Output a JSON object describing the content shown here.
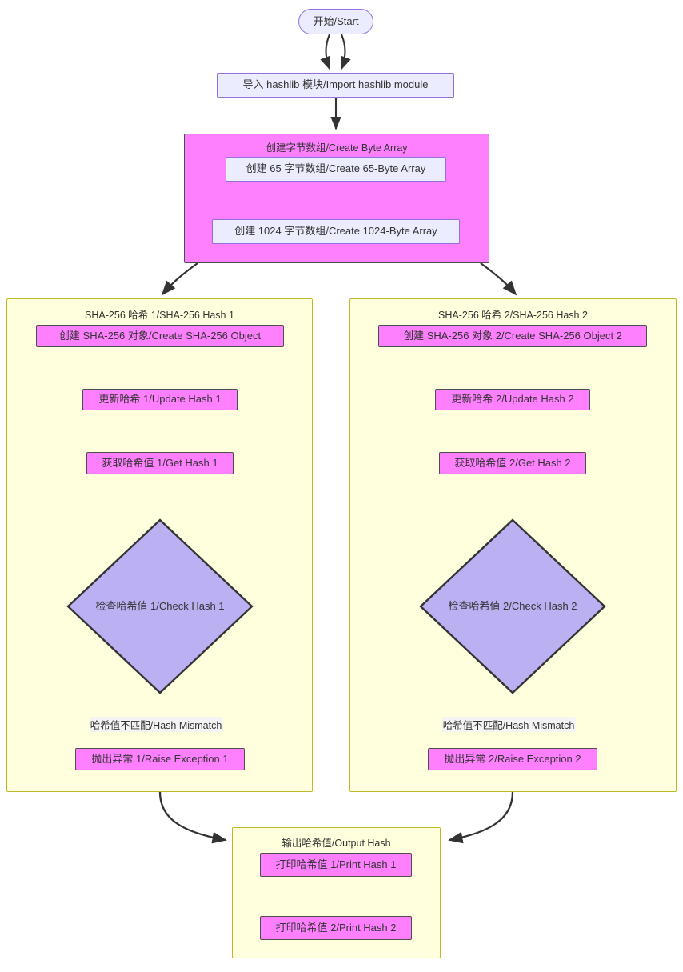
{
  "diagram": {
    "type": "flowchart",
    "direction": "top-down",
    "title_text": "",
    "background": "#ffffff",
    "colors": {
      "lavender_fill": "#ececff",
      "lavender_border": "#9370db",
      "magenta_fill": "#ff80ff",
      "magenta_border": "#4d4d4d",
      "decision_fill": "#bbb0f2",
      "decision_border": "#333333",
      "cluster_yellow_fill": "#ffffde",
      "cluster_yellow_border": "#bfb829",
      "edge_stroke": "#333333",
      "text": "#333333"
    }
  },
  "nodes": {
    "start": "开始/Start",
    "import_module": "导入 hashlib 模块/Import hashlib module",
    "create_65_byte": "创建 65 字节数组/Create 65-Byte Array",
    "create_1024_byte": "创建 1024 字节数组/Create 1024-Byte Array",
    "create_sha256_obj_1": "创建 SHA-256 对象/Create SHA-256 Object",
    "update_hash_1": "更新哈希 1/Update Hash 1",
    "get_hash_1": "获取哈希值 1/Get Hash 1",
    "check_hash_1": "检查哈希值 1/Check Hash 1",
    "raise_exception_1": "抛出异常 1/Raise Exception 1",
    "create_sha256_obj_2": "创建 SHA-256 对象 2/Create SHA-256 Object 2",
    "update_hash_2": "更新哈希 2/Update Hash 2",
    "get_hash_2": "获取哈希值 2/Get Hash 2",
    "check_hash_2": "检查哈希值 2/Check Hash 2",
    "raise_exception_2": "抛出异常 2/Raise Exception 2",
    "print_hash_1": "打印哈希值 1/Print Hash 1",
    "print_hash_2": "打印哈希值 2/Print Hash 2"
  },
  "clusters": {
    "byte_array": "创建字节数组/Create Byte Array",
    "sha256_hash_1": "SHA-256 哈希 1/SHA-256 Hash 1",
    "sha256_hash_2": "SHA-256 哈希 2/SHA-256 Hash 2",
    "output_hash": "输出哈希值/Output Hash"
  },
  "edge_labels": {
    "hash_mismatch_1": "哈希值不匹配/Hash Mismatch",
    "hash_mismatch_2": "哈希值不匹配/Hash Mismatch"
  }
}
